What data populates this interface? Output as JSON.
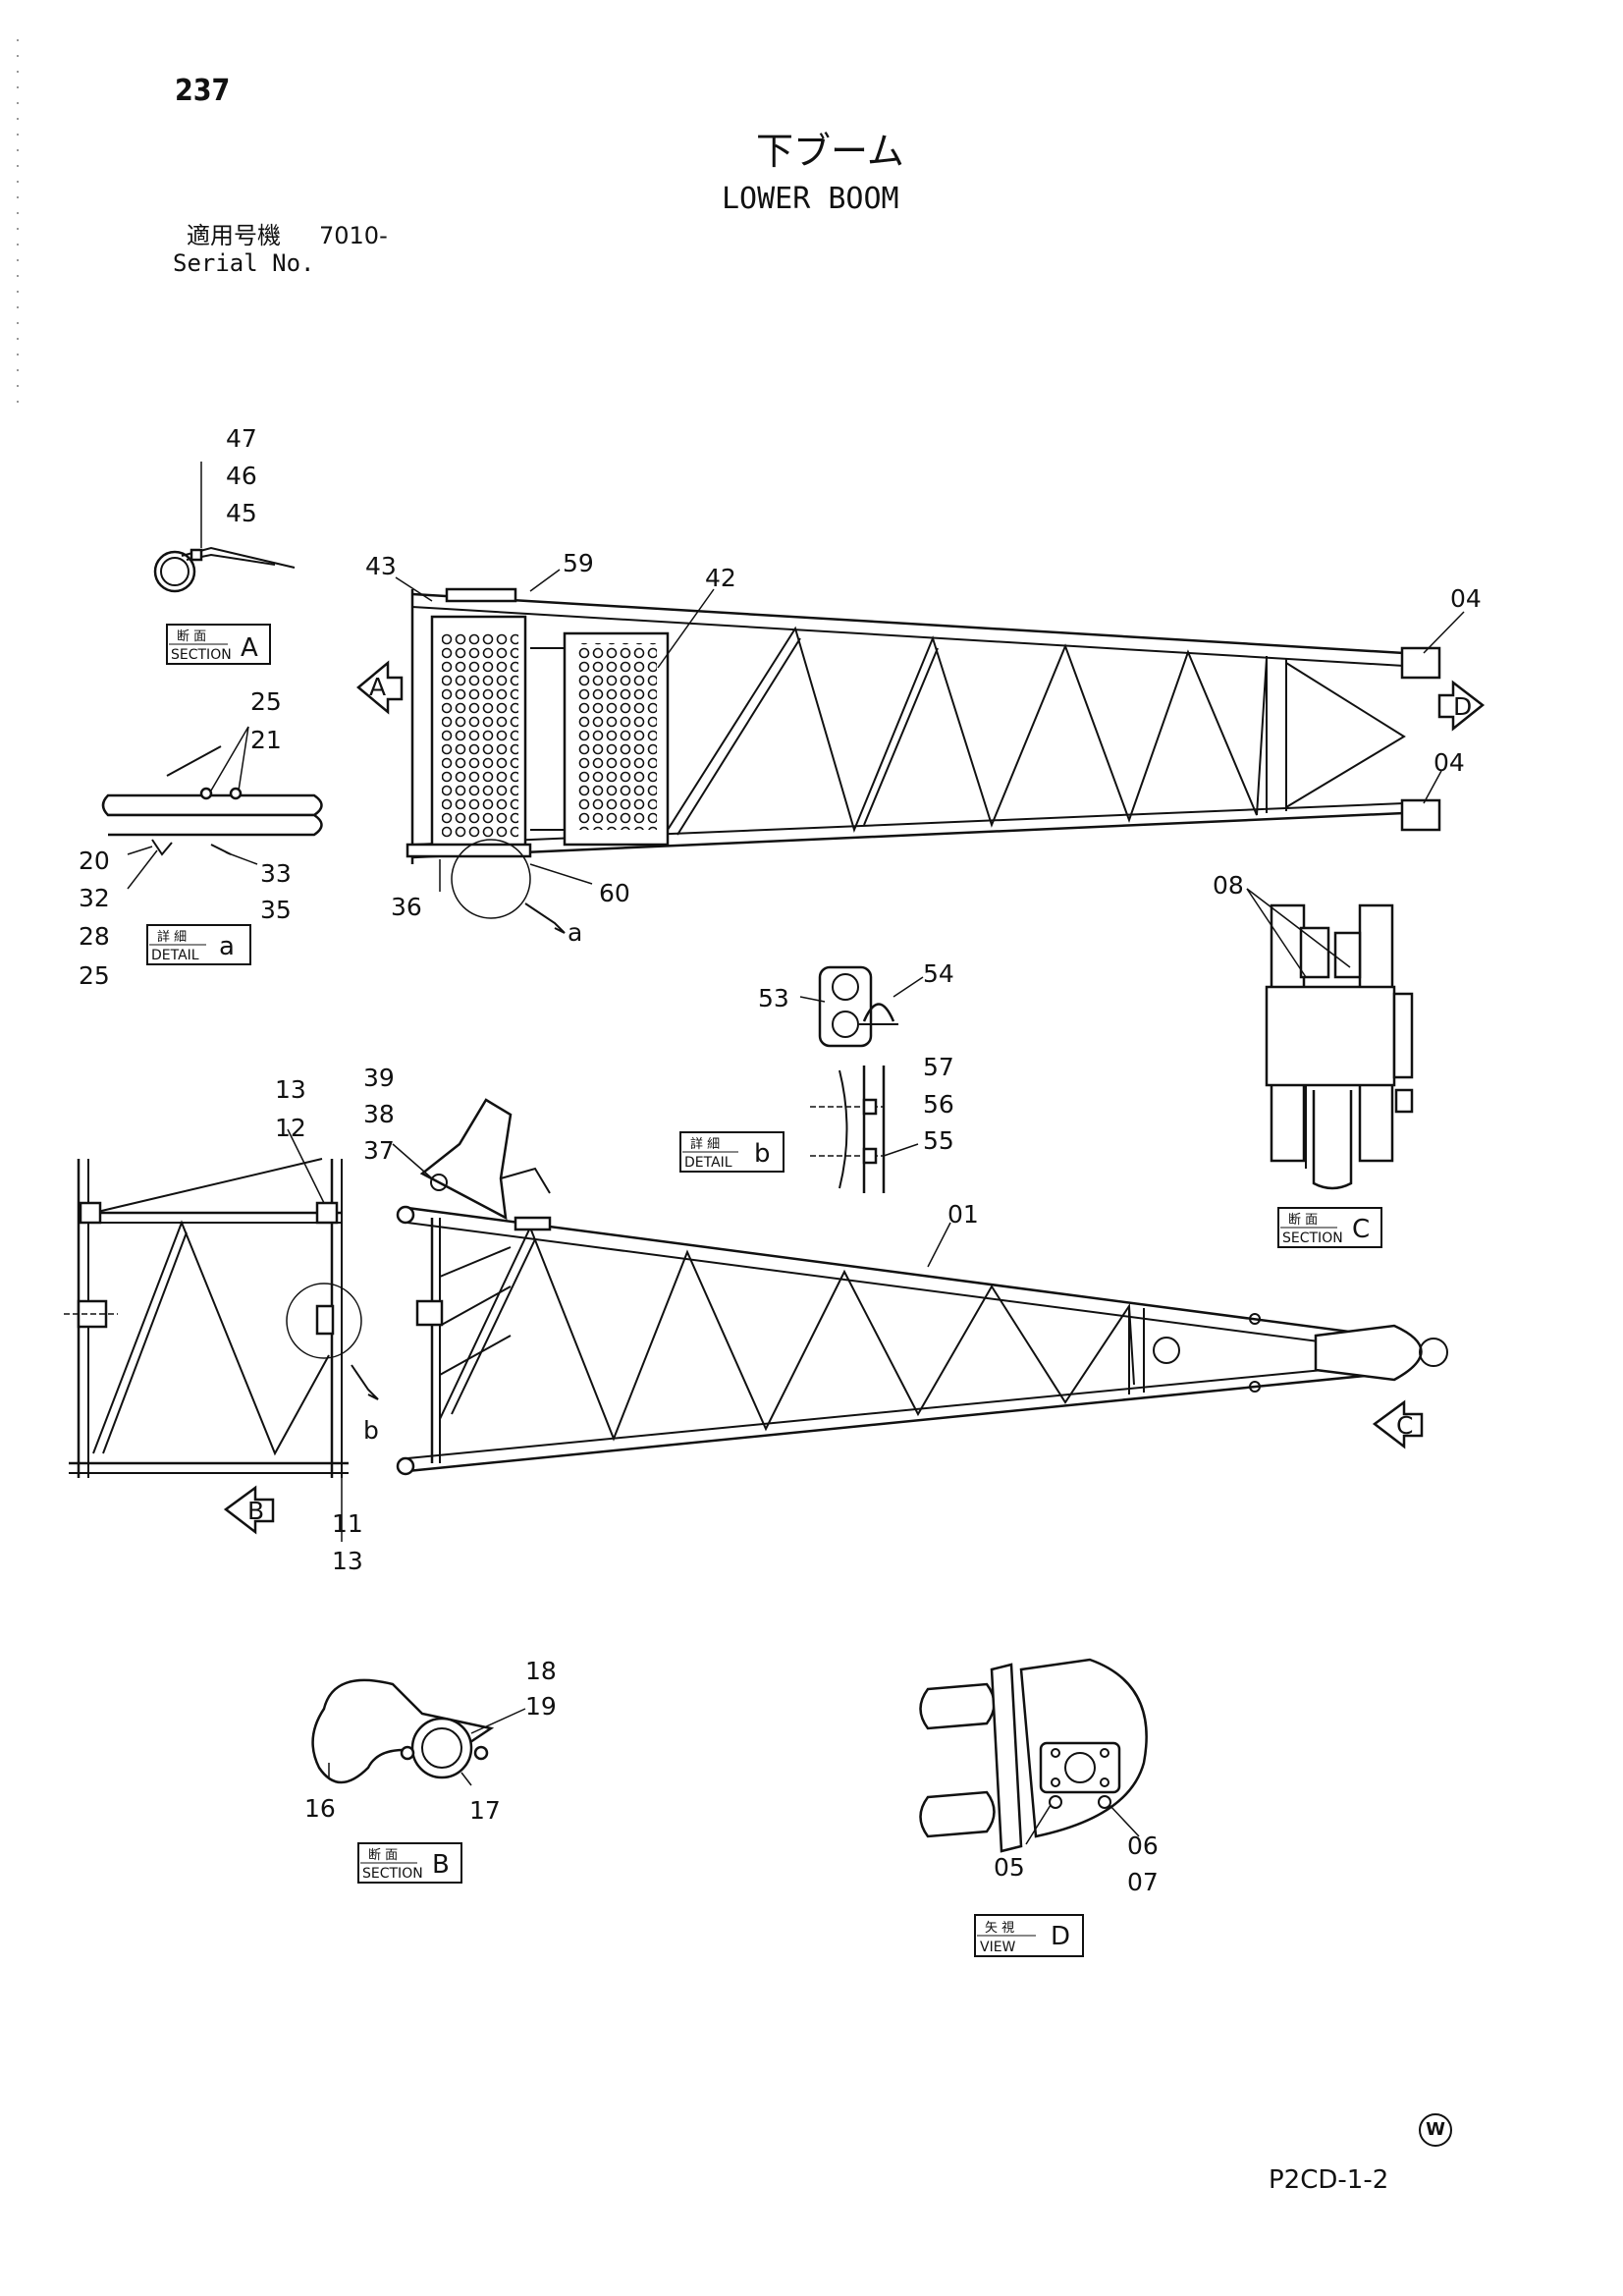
{
  "page_number": "237",
  "title_ja": "下ブーム",
  "title_en": "LOWER BOOM",
  "serial_ja": "適用号機",
  "serial_value": "7010-",
  "serial_en": "Serial No.",
  "footer_code": "P2CD-1-2",
  "footer_mark": "W",
  "views": {
    "section_a": {
      "ja": "断 面",
      "en": "SECTION",
      "letter": "A"
    },
    "detail_a": {
      "ja": "詳 細",
      "en": "DETAIL",
      "letter": "a"
    },
    "detail_b": {
      "ja": "詳 細",
      "en": "DETAIL",
      "letter": "b"
    },
    "section_c": {
      "ja": "断 面",
      "en": "SECTION",
      "letter": "C"
    },
    "section_b": {
      "ja": "断 面",
      "en": "SECTION",
      "letter": "B"
    },
    "view_d": {
      "ja": "矢 視",
      "en": "VIEW",
      "letter": "D"
    }
  },
  "arrows": {
    "A": "A",
    "B": "B",
    "C": "C",
    "D": "D",
    "a": "a",
    "b": "b"
  },
  "parts": {
    "p47": "47",
    "p46": "46",
    "p45": "45",
    "p43": "43",
    "p59": "59",
    "p42": "42",
    "p04_top": "04",
    "p04_bot": "04",
    "p25_top": "25",
    "p21": "21",
    "p20": "20",
    "p32": "32",
    "p28": "28",
    "p25_bot": "25",
    "p33": "33",
    "p35": "35",
    "p36": "36",
    "p60": "60",
    "p08": "08",
    "p53": "53",
    "p54": "54",
    "p57": "57",
    "p56": "56",
    "p55": "55",
    "p13_top": "13",
    "p12": "12",
    "p39": "39",
    "p38": "38",
    "p37": "37",
    "p01": "01",
    "p11": "11",
    "p13_bot": "13",
    "p18": "18",
    "p19": "19",
    "p16": "16",
    "p17": "17",
    "p05": "05",
    "p06": "06",
    "p07": "07"
  }
}
